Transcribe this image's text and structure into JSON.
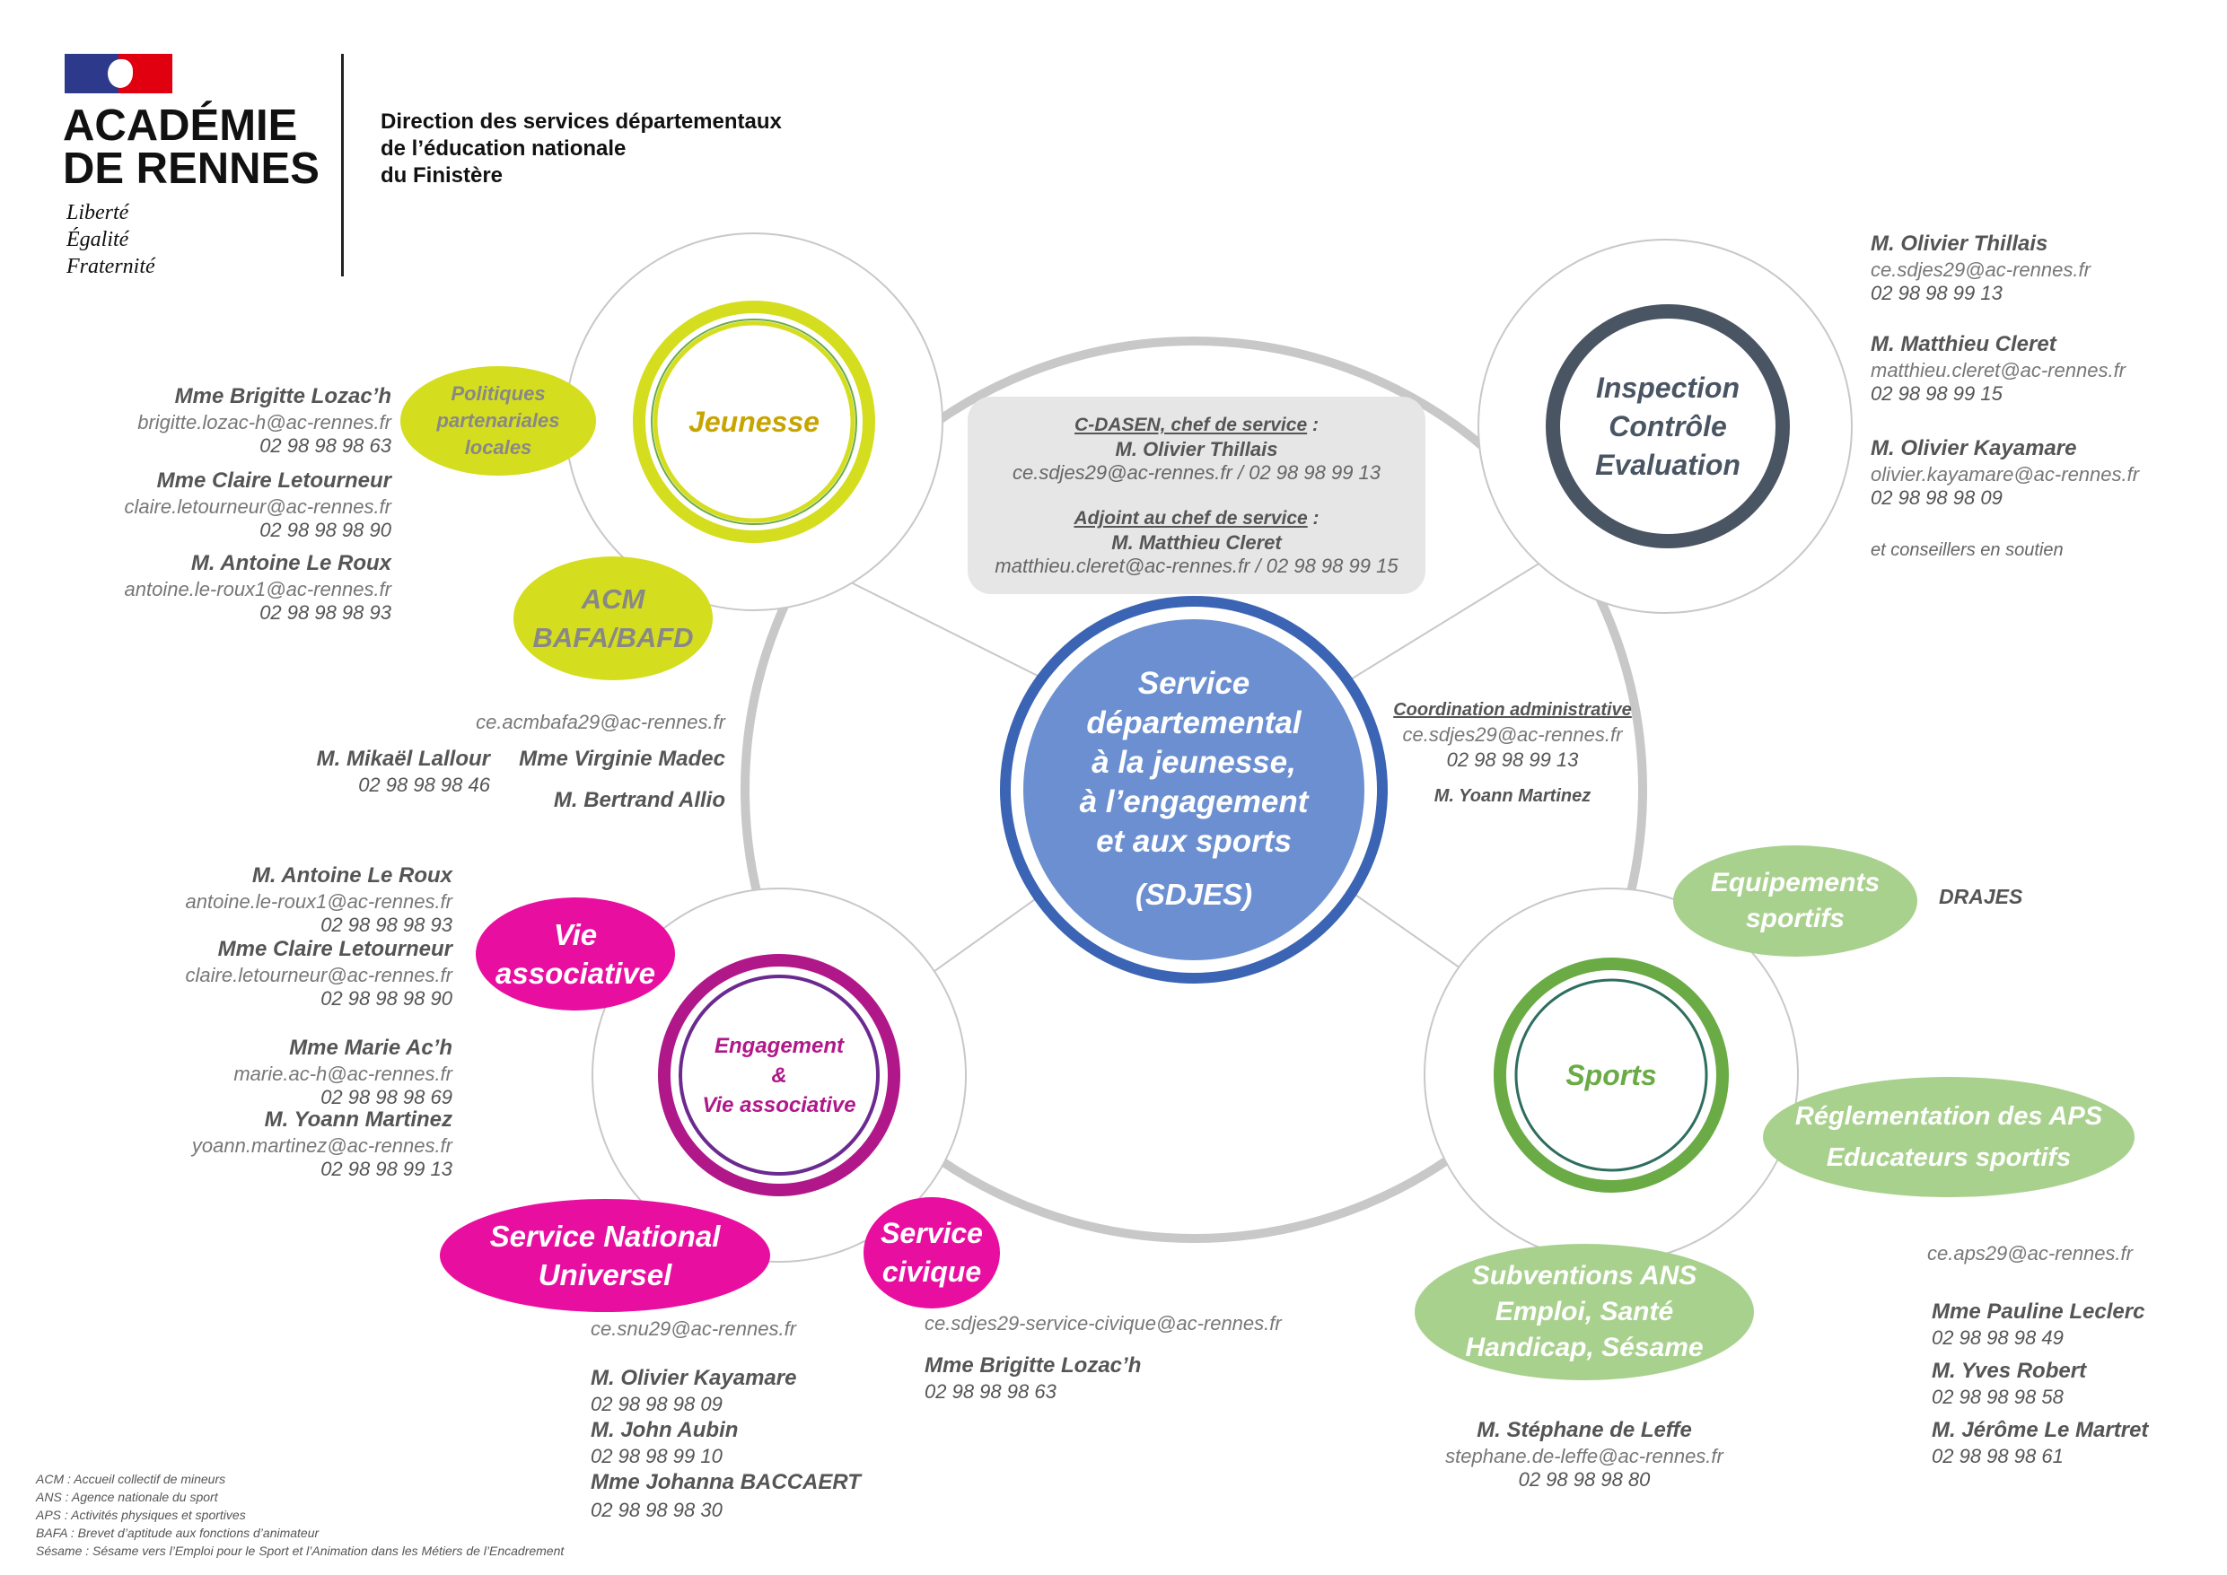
{
  "header": {
    "academy_line1": "ACADÉMIE",
    "academy_line2": "DE RENNES",
    "motto": [
      "Liberté",
      "Égalité",
      "Fraternité"
    ],
    "direction": [
      "Direction des services départementaux",
      "de l’éducation nationale",
      "du Finistère"
    ]
  },
  "center": {
    "title_lines": [
      "Service",
      "départemental",
      "à la jeunesse,",
      "à l’engagement",
      "et aux sports"
    ],
    "acronym": "(SDJES)"
  },
  "direction_box": {
    "chef_heading": "C-DASEN, chef de service",
    "chef_colon": " :",
    "chef_name": "M. Olivier Thillais",
    "chef_mail": "ce.sdjes29@ac-rennes.fr",
    "chef_sep": " / ",
    "chef_tel": "02 98 98 99 13",
    "adjoint_heading": "Adjoint au chef de service",
    "adjoint_colon": " :",
    "adjoint_name": "M. Matthieu Cleret",
    "adjoint_mail": "matthieu.cleret@ac-rennes.fr",
    "adjoint_sep": " / ",
    "adjoint_tel": "02 98 98 99 15"
  },
  "coordination": {
    "heading": "Coordination administrative",
    "mail": "ce.sdjes29@ac-rennes.fr",
    "tel": "02 98 98 99 13",
    "name": "M. Yoann Martinez"
  },
  "jeunesse": {
    "label": "Jeunesse",
    "politiques": "Politiques partenariales locales",
    "acm": [
      "ACM",
      "BAFA/BAFD"
    ],
    "contacts": [
      {
        "name": "Mme Brigitte Lozac’h",
        "mail": "brigitte.lozac-h@ac-rennes.fr",
        "tel": "02 98 98 98 63"
      },
      {
        "name": "Mme Claire Letourneur",
        "mail": "claire.letourneur@ac-rennes.fr",
        "tel": "02 98 98 98 90"
      },
      {
        "name": "M. Antoine Le Roux",
        "mail": "antoine.le-roux1@ac-rennes.fr",
        "tel": "02 98 98 98 93"
      }
    ],
    "acm_mail": "ce.acmbafa29@ac-rennes.fr",
    "acm_contacts": [
      {
        "name": "M. Mikaël Lallour",
        "tel": "02 98 98 98 46"
      },
      {
        "name": "Mme Virginie Madec"
      },
      {
        "name": "M. Bertrand Allio"
      }
    ]
  },
  "inspection": {
    "label": [
      "Inspection",
      "Contrôle",
      "Evaluation"
    ],
    "contacts": [
      {
        "name": "M. Olivier Thillais",
        "mail": "ce.sdjes29@ac-rennes.fr",
        "tel": "02 98 98 99 13"
      },
      {
        "name": "M. Matthieu Cleret",
        "mail": "matthieu.cleret@ac-rennes.fr",
        "tel": "02 98 98 99 15"
      },
      {
        "name": "M. Olivier Kayamare",
        "mail": "olivier.kayamare@ac-rennes.fr",
        "tel": "02 98 98 98 09"
      }
    ],
    "note": "et conseillers en soutien"
  },
  "engagement": {
    "label": [
      "Engagement",
      "&",
      "Vie associative"
    ],
    "vie_asso": [
      "Vie",
      "associative"
    ],
    "snu": [
      "Service National",
      "Universel"
    ],
    "civique": [
      "Service",
      "civique"
    ],
    "vie_contacts": [
      {
        "name": "M. Antoine Le Roux",
        "mail": "antoine.le-roux1@ac-rennes.fr",
        "tel": "02 98 98 98 93"
      },
      {
        "name": "Mme Claire Letourneur",
        "mail": "claire.letourneur@ac-rennes.fr",
        "tel": "02 98 98 98 90"
      },
      {
        "name": "Mme Marie Ac’h",
        "mail": "marie.ac-h@ac-rennes.fr",
        "tel": "02 98 98 98 69"
      },
      {
        "name": "M. Yoann Martinez",
        "mail": "yoann.martinez@ac-rennes.fr",
        "tel": "02 98 98 99 13"
      }
    ],
    "snu_mail": "ce.snu29@ac-rennes.fr",
    "snu_contacts": [
      {
        "name": "M. Olivier Kayamare",
        "tel": "02 98 98 98 09"
      },
      {
        "name": "M. John Aubin",
        "tel": "02 98 98 99 10"
      },
      {
        "name": "Mme Johanna BACCAERT",
        "tel": "02 98 98 98 30"
      }
    ],
    "civique_mail": "ce.sdjes29-service-civique@ac-rennes.fr",
    "civique_contact": {
      "name": "Mme Brigitte Lozac’h",
      "tel": "02 98 98 98 63"
    }
  },
  "sports": {
    "label": "Sports",
    "equipements": [
      "Equipements",
      "sportifs"
    ],
    "drajes": "DRAJES",
    "reglementation": [
      "Réglementation des APS",
      "Educateurs sportifs"
    ],
    "subventions": [
      "Subventions ANS",
      "Emploi, Santé",
      "Handicap, Sésame"
    ],
    "aps_mail": "ce.aps29@ac-rennes.fr",
    "aps_contacts": [
      {
        "name": "Mme Pauline Leclerc",
        "tel": "02 98 98 98 49"
      },
      {
        "name": "M. Yves Robert",
        "tel": "02 98 98 98 58"
      },
      {
        "name": "M. Jérôme Le Martret",
        "tel": "02 98 98 98 61"
      }
    ],
    "ans_contact": {
      "name": "M. Stéphane de Leffe",
      "mail": "stephane.de-leffe@ac-rennes.fr",
      "tel": "02 98 98 98 80"
    }
  },
  "glossary": [
    "ACM : Accueil collectif de mineurs",
    "ANS : Agence nationale du sport",
    "APS : Activités physiques et sportives",
    "BAFA : Brevet d’aptitude aux fonctions d’animateur",
    "Sésame : Sésame vers l’Emploi pour le Sport et l’Animation dans les Métiers de l’Encadrement"
  ],
  "colors": {
    "jeunesse": "#d5dd1f",
    "jeunesse_text": "#c8a400",
    "inspection": "#4a5564",
    "engagement": "#b0188a",
    "magenta": "#e80fa0",
    "sports": "#6aab45",
    "sports_light": "#a9d18e",
    "center": "#6b8fd0",
    "center_ring": "#3b64b4"
  }
}
